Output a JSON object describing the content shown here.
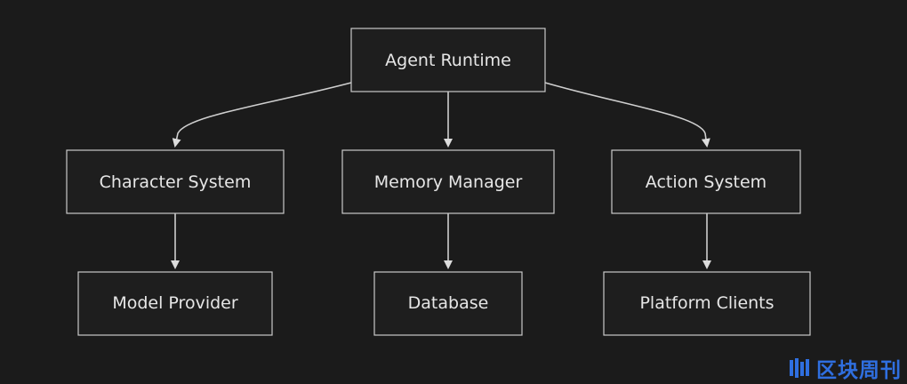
{
  "diagram": {
    "nodes": {
      "agent_runtime": "Agent Runtime",
      "character_system": "Character System",
      "memory_manager": "Memory Manager",
      "action_system": "Action System",
      "model_provider": "Model Provider",
      "database": "Database",
      "platform_clients": "Platform Clients"
    },
    "edges": [
      {
        "from": "Agent Runtime",
        "to": "Character System"
      },
      {
        "from": "Agent Runtime",
        "to": "Memory Manager"
      },
      {
        "from": "Agent Runtime",
        "to": "Action System"
      },
      {
        "from": "Character System",
        "to": "Model Provider"
      },
      {
        "from": "Memory Manager",
        "to": "Database"
      },
      {
        "from": "Action System",
        "to": "Platform Clients"
      }
    ],
    "colors": {
      "background": "#1b1b1b",
      "node_border": "#c9c9c9",
      "node_text": "#e6e6e6",
      "edge": "#cfcfcf",
      "watermark": "#2f6fe0"
    }
  },
  "watermark": {
    "text": "区块周刊",
    "icon": "logo-icon"
  }
}
